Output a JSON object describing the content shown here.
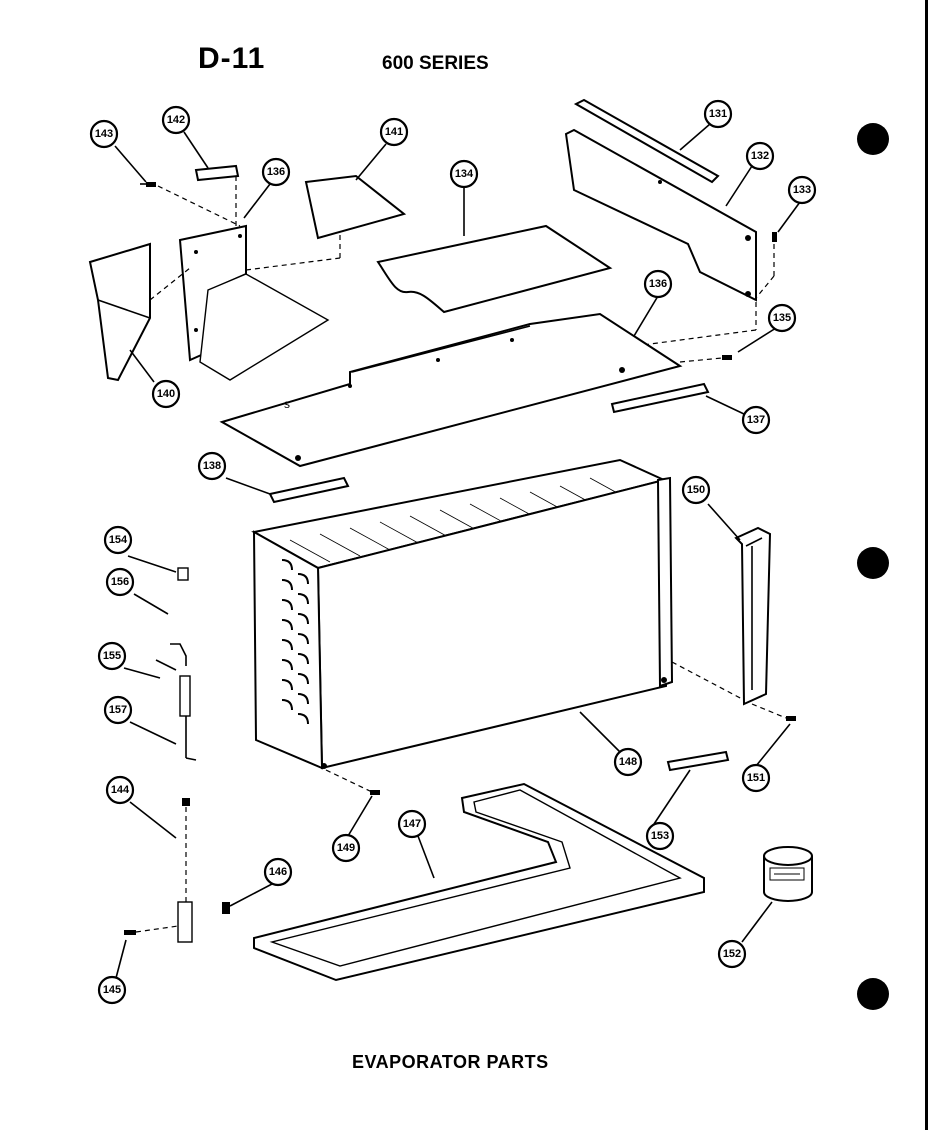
{
  "page": {
    "code": "D-11",
    "series": "600 SERIES",
    "caption": "EVAPORATOR PARTS"
  },
  "callouts": {
    "c131": "131",
    "c132": "132",
    "c133": "133",
    "c134": "134",
    "c135": "135",
    "c136a": "136",
    "c136b": "136",
    "c137": "137",
    "c138": "138",
    "c140": "140",
    "c141": "141",
    "c142": "142",
    "c143": "143",
    "c144": "144",
    "c145": "145",
    "c146": "146",
    "c147": "147",
    "c148": "148",
    "c149": "149",
    "c150": "150",
    "c151": "151",
    "c152": "152",
    "c153": "153",
    "c154": "154",
    "c155": "155",
    "c156": "156",
    "c157": "157"
  }
}
